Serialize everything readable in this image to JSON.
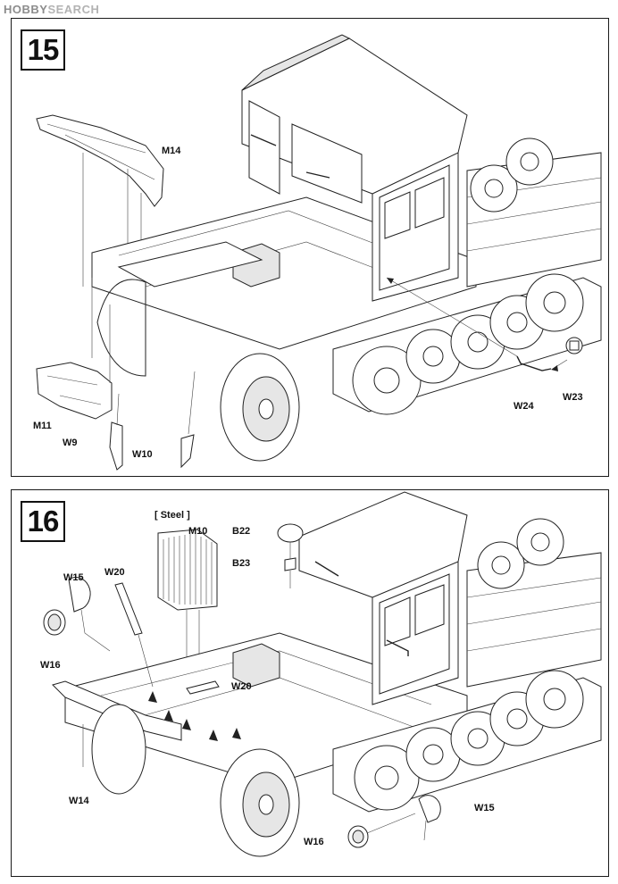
{
  "watermark": {
    "part_a": "HOBBY",
    "part_b": "SEARCH"
  },
  "steps": [
    {
      "number": "15",
      "labels": {
        "m14": "M14",
        "m11": "M11",
        "w9": "W9",
        "w10": "W10",
        "w24": "W24",
        "w23": "W23"
      }
    },
    {
      "number": "16",
      "labels": {
        "steel": "[ Steel ]",
        "m10": "M10",
        "b22": "B22",
        "b23": "B23",
        "w15_left": "W15",
        "w20_top": "W20",
        "w16_left": "W16",
        "w20_mid": "W20",
        "w14": "W14",
        "w15_right": "W15",
        "w16_right": "W16"
      }
    }
  ]
}
